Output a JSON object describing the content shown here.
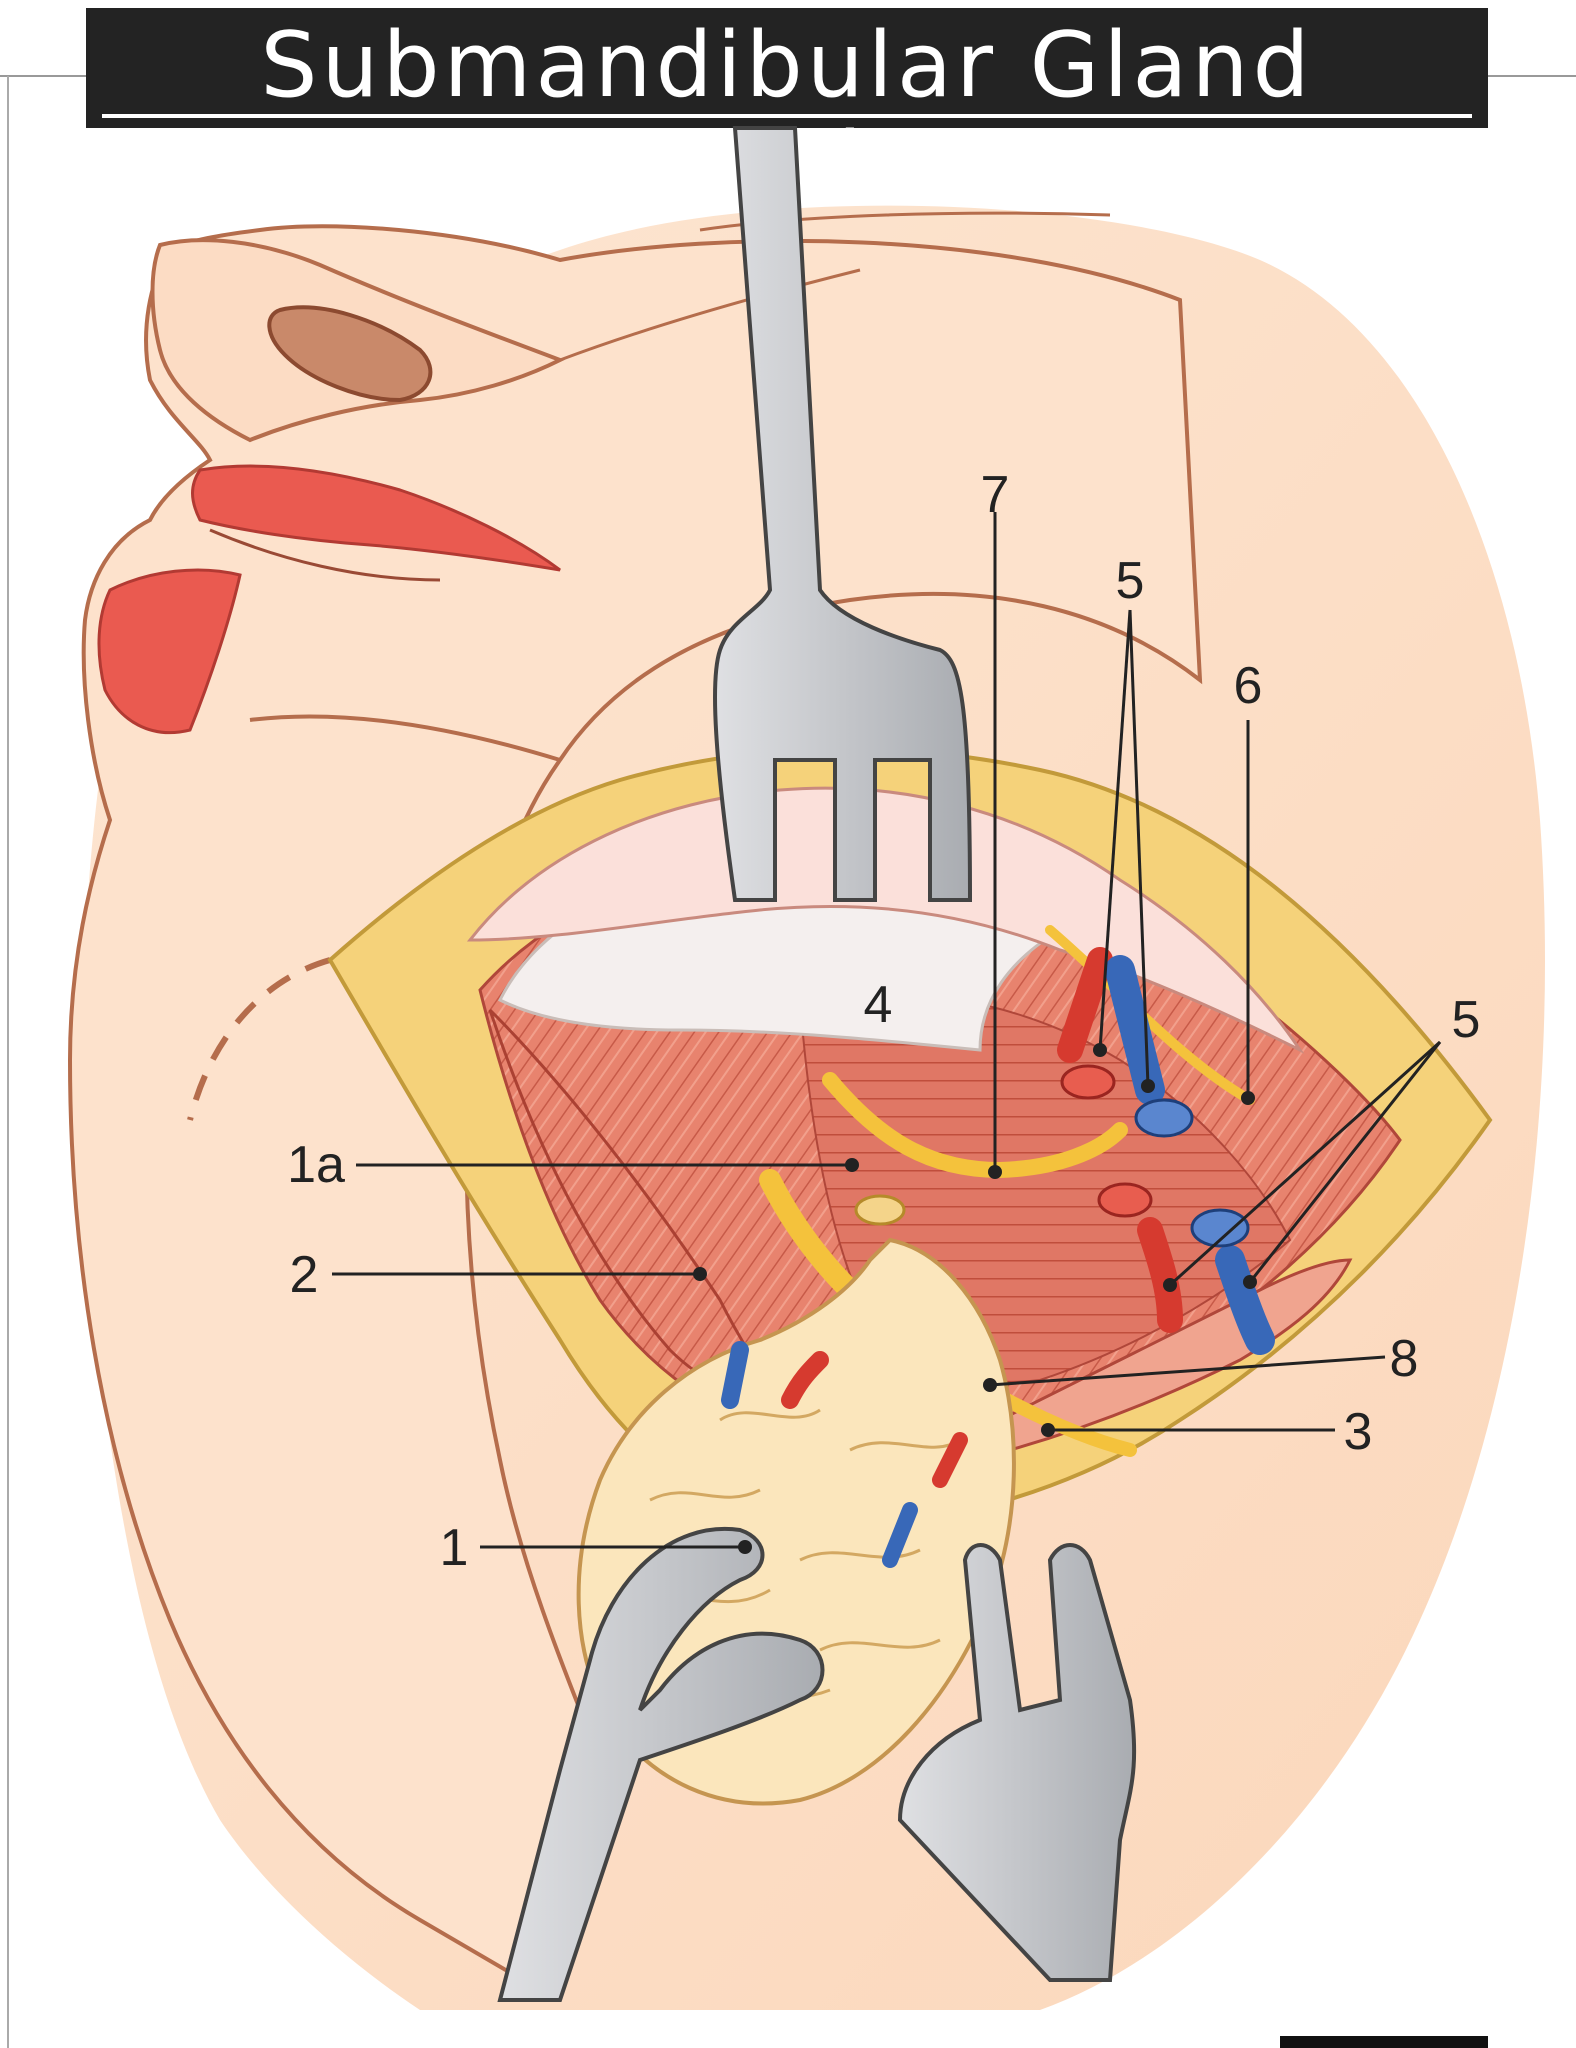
{
  "title": "Submandibular Gland Excision",
  "labels": {
    "l1": "1",
    "l1a": "1a",
    "l2": "2",
    "l3": "3",
    "l4": "4",
    "l5a": "5",
    "l5b": "5",
    "l6": "6",
    "l7": "7",
    "l8": "8"
  },
  "colors": {
    "skin": "#fde0c8",
    "skin_outline": "#b8704e",
    "lip": "#e8504a",
    "muscle": "#e47f6a",
    "fat": "#f6d67a",
    "gland": "#fbe7bf",
    "nerve": "#f4c23c",
    "artery": "#d63a2f",
    "vein": "#3868b8",
    "retractor": "#c9cbcf"
  }
}
